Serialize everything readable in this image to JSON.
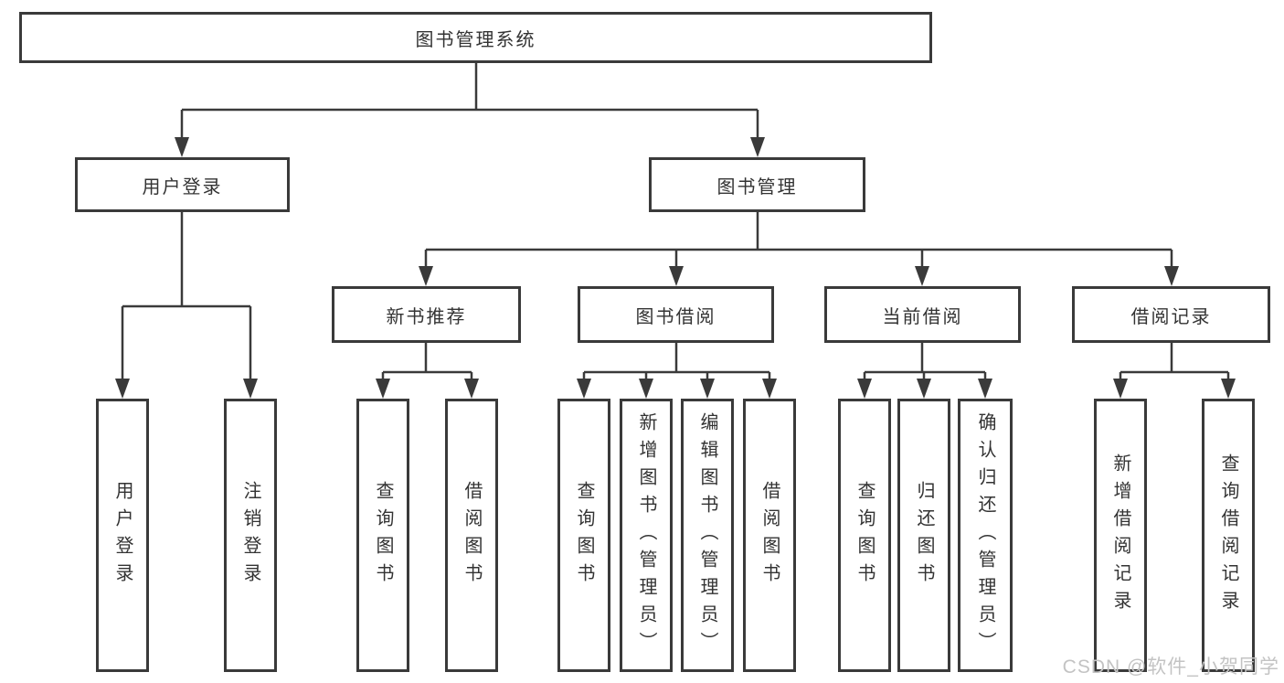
{
  "diagram": {
    "root": {
      "label": "图书管理系统"
    },
    "level2": {
      "user_login": {
        "label": "用户登录"
      },
      "book_management": {
        "label": "图书管理"
      }
    },
    "level3": {
      "new_book_recommend": {
        "label": "新书推荐"
      },
      "book_borrow": {
        "label": "图书借阅"
      },
      "current_borrow": {
        "label": "当前借阅"
      },
      "borrow_records": {
        "label": "借阅记录"
      }
    },
    "leaves": {
      "user": [
        "用户登录",
        "注销登录"
      ],
      "recommend": [
        "查询图书",
        "借阅图书"
      ],
      "borrow": [
        "查询图书",
        "新增图书（管理员）",
        "编辑图书（管理员）",
        "借阅图书"
      ],
      "current": [
        "查询图书",
        "归还图书",
        "确认归还（管理员）"
      ],
      "records": [
        "新增借阅记录",
        "查询借阅记录"
      ]
    },
    "colors": {
      "line": "#3a3a3a",
      "text": "#333333",
      "background": "#ffffff"
    }
  },
  "watermark": {
    "text": "CSDN @软件_小贺同学",
    "color": "#c3c3c3"
  }
}
